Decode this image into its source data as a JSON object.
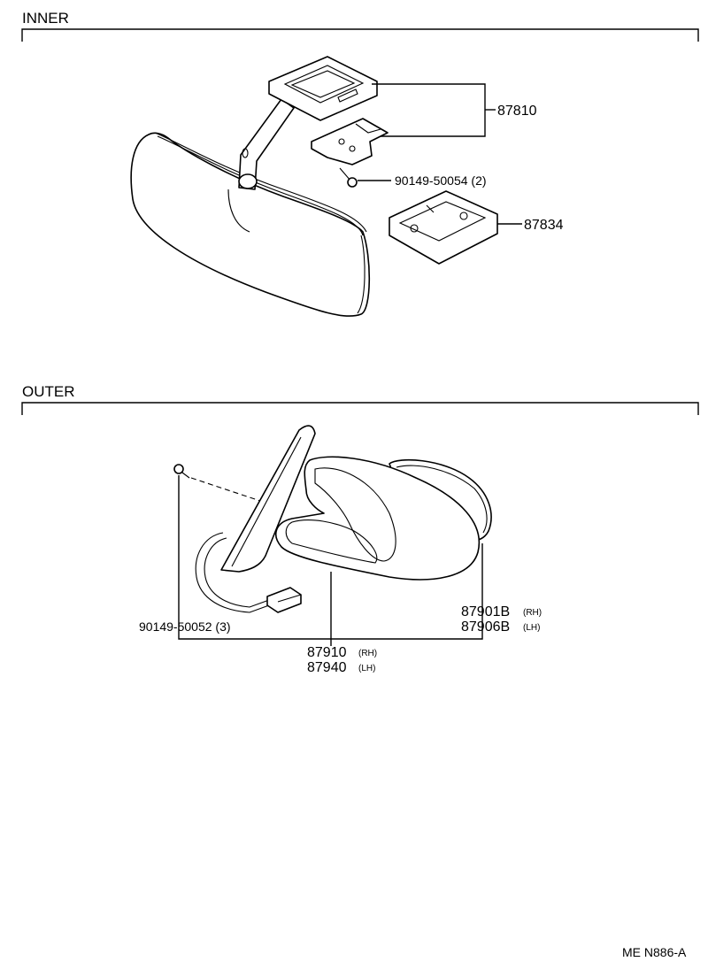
{
  "sections": {
    "inner": "INNER",
    "outer": "OUTER"
  },
  "parts": {
    "p87810": "87810",
    "p90149_50054": "90149-50054 (2)",
    "p87834": "87834",
    "p90149_50052": "90149-50052 (3)",
    "p87901b": "87901B",
    "p87906b": "87906B",
    "p87910": "87910",
    "p87940": "87940",
    "rh": "(RH)",
    "lh": "(LH)"
  },
  "footer": "ME  N886-A"
}
